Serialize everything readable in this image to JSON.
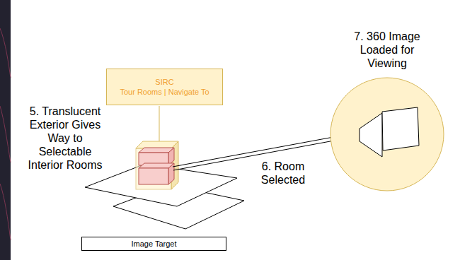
{
  "diagram": {
    "nodes": [
      {
        "text": [
          "SIRC",
          "Tour Rooms | Navigate To"
        ]
      },
      {
        "text": [
          "Image Target"
        ]
      }
    ],
    "labels": [
      "5. Translucent Exterior Gives Way to Selectable Interior Rooms",
      "6. Room Selected",
      "7. 360 Image Loaded for Viewing"
    ]
  }
}
